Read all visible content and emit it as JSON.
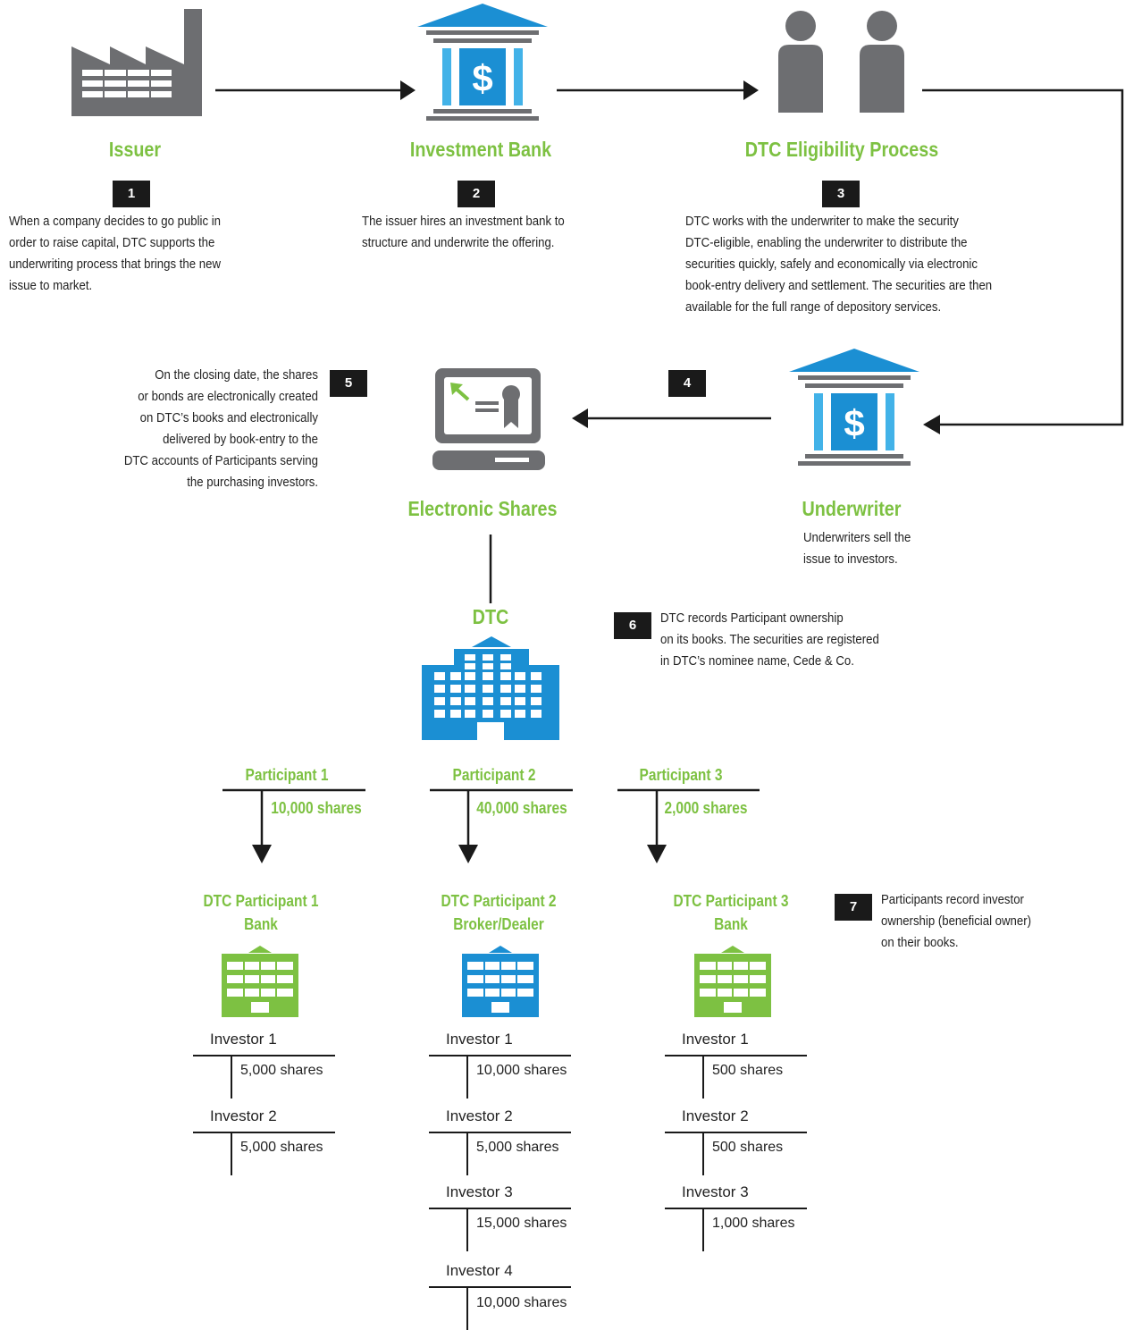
{
  "colors": {
    "green": "#7dc142",
    "blue": "#1b8fd3",
    "gray": "#6d6e71",
    "light_blue": "#42b2e8",
    "dark": "#1a1a1a"
  },
  "icons": {
    "issuer": "factory-icon",
    "investment_bank": "bank-icon",
    "eligibility": "people-icon",
    "underwriter": "bank-icon",
    "electronic_shares": "computer-certificate-icon",
    "dtc": "office-building-icon",
    "participant_buildings": [
      "building-icon",
      "building-icon",
      "building-icon"
    ]
  },
  "steps": {
    "issuer": {
      "title": "Issuer",
      "num": "1",
      "lines": [
        "When a company decides to go public in",
        "order to raise capital, DTC supports the",
        "underwriting process that brings the new",
        "issue to market."
      ]
    },
    "investment_bank": {
      "title": "Investment Bank",
      "num": "2",
      "lines": [
        "The issuer hires an investment bank to",
        "structure and underwrite the offering."
      ]
    },
    "eligibility": {
      "title": "DTC Eligibility Process",
      "num": "3",
      "lines": [
        "DTC works with the underwriter to make the security",
        "DTC-eligible, enabling the underwriter to distribute the",
        "securities quickly, safely and economically via electronic",
        "book-entry delivery and settlement. The securities are then",
        "available for the full range of depository services."
      ]
    },
    "underwriter": {
      "title": "Underwriter",
      "num": "4",
      "lines": [
        "Underwriters sell the",
        "issue to investors."
      ]
    },
    "electronic": {
      "title": "Electronic Shares",
      "num": "5",
      "lines": [
        "On the closing date, the shares",
        "or bonds are electronically created",
        "on DTC’s books and electronically",
        "delivered by book-entry to the",
        "DTC accounts of Participants serving",
        "the purchasing investors."
      ]
    },
    "dtc": {
      "title": "DTC",
      "num": "6",
      "lines": [
        "DTC records Participant ownership",
        "on its books. The securities are registered",
        "in DTC’s nominee name, Cede & Co."
      ]
    },
    "record": {
      "num": "7",
      "lines": [
        "Participants record investor",
        "ownership (beneficial owner)",
        "on their books."
      ]
    }
  },
  "participants": [
    {
      "label": "Participant 1",
      "shares": "10,000 shares",
      "name_line1": "DTC Participant 1",
      "name_line2": "Bank",
      "investors": [
        {
          "name": "Investor 1",
          "shares": "5,000 shares"
        },
        {
          "name": "Investor 2",
          "shares": "5,000 shares"
        }
      ]
    },
    {
      "label": "Participant 2",
      "shares": "40,000 shares",
      "name_line1": "DTC Participant 2",
      "name_line2": "Broker/Dealer",
      "investors": [
        {
          "name": "Investor 1",
          "shares": "10,000 shares"
        },
        {
          "name": "Investor 2",
          "shares": "5,000 shares"
        },
        {
          "name": "Investor 3",
          "shares": "15,000 shares"
        },
        {
          "name": "Investor 4",
          "shares": "10,000 shares"
        }
      ]
    },
    {
      "label": "Participant 3",
      "shares": "2,000 shares",
      "name_line1": "DTC Participant 3",
      "name_line2": "Bank",
      "investors": [
        {
          "name": "Investor 1",
          "shares": "500 shares"
        },
        {
          "name": "Investor 2",
          "shares": "500 shares"
        },
        {
          "name": "Investor 3",
          "shares": "1,000 shares"
        }
      ]
    }
  ]
}
